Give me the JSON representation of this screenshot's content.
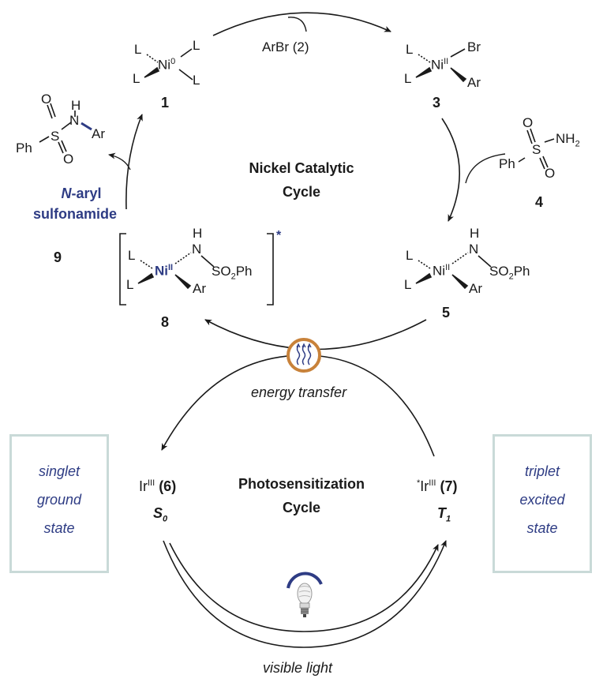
{
  "cycles": {
    "nickel": {
      "line1": "Nickel Catalytic",
      "line2": "Cycle"
    },
    "photo": {
      "line1": "Photosensitization",
      "line2": "Cycle"
    }
  },
  "reagents": {
    "arbr": "ArBr (2)",
    "sulfonamide_number": "4",
    "ph": "Ph",
    "nh2": "NH",
    "nh2_sub": "2",
    "s": "S",
    "o": "O"
  },
  "complexes": {
    "ni0": {
      "number": "1",
      "metal": "Ni",
      "ox": "0"
    },
    "ni_br": {
      "number": "3",
      "metal": "Ni",
      "ox": "II",
      "br": "Br",
      "ar": "Ar"
    },
    "ni_amide": {
      "number": "5",
      "metal": "Ni",
      "ox": "II",
      "nh": "N",
      "h": "H",
      "so2ph": "SO",
      "so2ph_sub": "2",
      "so2ph_tail": "Ph",
      "ar": "Ar"
    },
    "ni_excited": {
      "number": "8",
      "metal": "Ni",
      "ox": "II",
      "nh": "N",
      "h": "H",
      "so2ph": "SO",
      "so2ph_sub": "2",
      "so2ph_tail": "Ph",
      "ar": "Ar",
      "star": "*"
    },
    "ligand": "L"
  },
  "product": {
    "number": "9",
    "name_italic": "N",
    "name_rest": "-aryl",
    "name_line2": "sulfonamide",
    "ph": "Ph",
    "s": "S",
    "o": "O",
    "n": "N",
    "h": "H",
    "ar": "Ar"
  },
  "iridium": {
    "ground": {
      "metal": "Ir",
      "ox": "III",
      "label": "(6)",
      "state": "S",
      "state_sub": "0"
    },
    "excited": {
      "star": "*",
      "metal": "Ir",
      "ox": "III",
      "label": "(7)",
      "state": "T",
      "state_sub": "1"
    }
  },
  "labels": {
    "energy_transfer": "energy transfer",
    "visible_light": "visible light"
  },
  "boxes": {
    "singlet": [
      "singlet",
      "ground",
      "state"
    ],
    "triplet": [
      "triplet",
      "excited",
      "state"
    ]
  },
  "colors": {
    "accent_blue": "#2e3c84",
    "box_border": "#c9dad8",
    "energy_ring": "#c8823a"
  }
}
